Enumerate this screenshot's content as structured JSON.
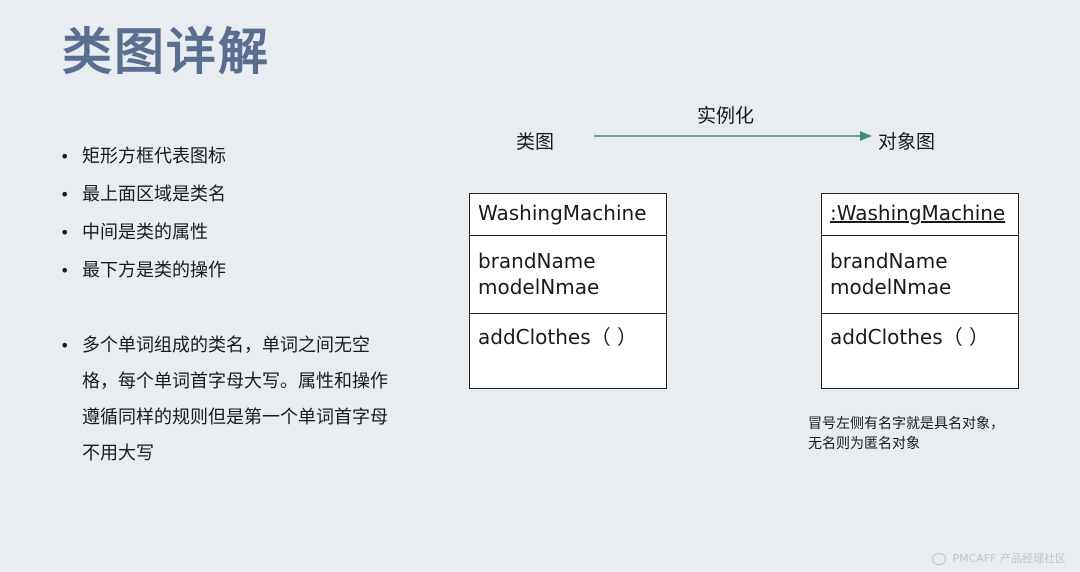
{
  "slide": {
    "title": "类图详解",
    "bullets": [
      "矩形方框代表图标",
      "最上面区域是类名",
      "中间是类的属性",
      "最下方是类的操作"
    ],
    "naming_rule": "多个单词组成的类名，单词之间无空格，每个单词首字母大写。属性和操作遵循同样的规则但是第一个单词首字母不用大写"
  },
  "diagram": {
    "left_label": "类图",
    "arrow_label": "实例化",
    "right_label": "对象图",
    "class_box": {
      "name": "WashingMachine",
      "attributes": [
        "brandName",
        "modelNmae"
      ],
      "operations": [
        "addClothes（ ）"
      ]
    },
    "object_box": {
      "name": ":WashingMachine",
      "attributes": [
        "brandName",
        "modelNmae"
      ],
      "operations": [
        "addClothes（ ）"
      ]
    },
    "note_lines": [
      "冒号左侧有名字就是具名对象，",
      "无名则为匿名对象"
    ],
    "colors": {
      "arrow": "#3f8f74",
      "title": "#5a6e90"
    }
  },
  "watermark": "PMCAFF 产品经理社区"
}
